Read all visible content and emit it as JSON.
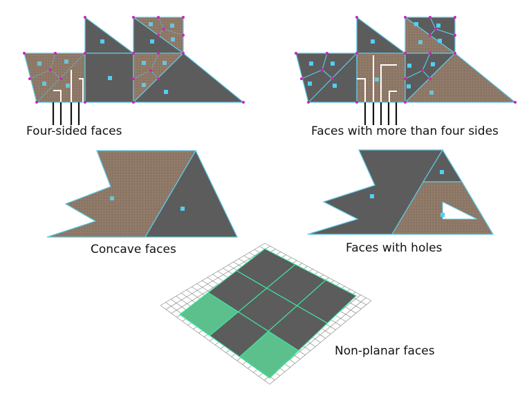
{
  "labels": {
    "four_sided": "Four-sided faces",
    "more_sides": "Faces with more than four sides",
    "concave": "Concave faces",
    "holes": "Faces with holes",
    "non_planar": "Non-planar faces"
  },
  "colors": {
    "face_dark": "#5c5c5c",
    "face_brown": "#8a7463",
    "edge": "#5ec8e4",
    "vertex": "#d21fc4",
    "face_center": "#4fd0f4",
    "nonplanar_face": "#5cc08c"
  }
}
